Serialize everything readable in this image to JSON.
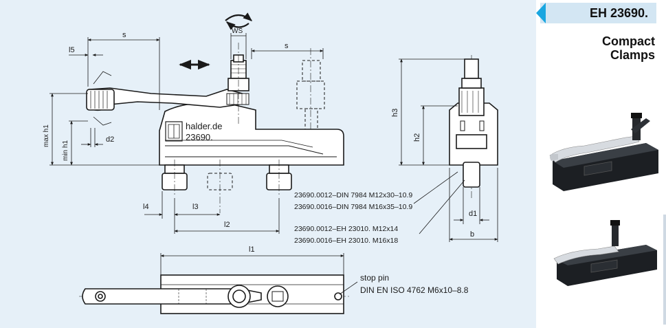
{
  "header": {
    "product_code": "EH 23690.",
    "title_line1": "Compact",
    "title_line2": "Clamps"
  },
  "dimensions": {
    "s": "s",
    "s2": "s",
    "ws": "WS",
    "l5": "l5",
    "l4": "l4",
    "l3": "l3",
    "l2": "l2",
    "l1": "l1",
    "max_h1": "max h1",
    "min_h1": "min h1",
    "d2": "d2",
    "h3": "h3",
    "h2": "h2",
    "d1": "d1",
    "b": "b"
  },
  "labels": {
    "brand": "halder.de",
    "model": "23690.",
    "screw_1": "23690.0012–DIN 7984 M12x30–10.9",
    "screw_2": "23690.0016–DIN 7984 M16x35–10.9",
    "slot_1": "23690.0012–EH 23010. M12x14",
    "slot_2": "23690.0016–EH 23010. M16x18",
    "stop_pin_title": "stop pin",
    "stop_pin_spec": "DIN EN ISO 4762 M6x10–8.8"
  },
  "colors": {
    "background": "#e6f0f8",
    "line": "#1a1a1a",
    "accent": "#1aa6e0",
    "tab": "#d3e6f3"
  },
  "icons": {
    "rotate": "rotate-arrow-icon",
    "move": "double-arrow-icon"
  }
}
